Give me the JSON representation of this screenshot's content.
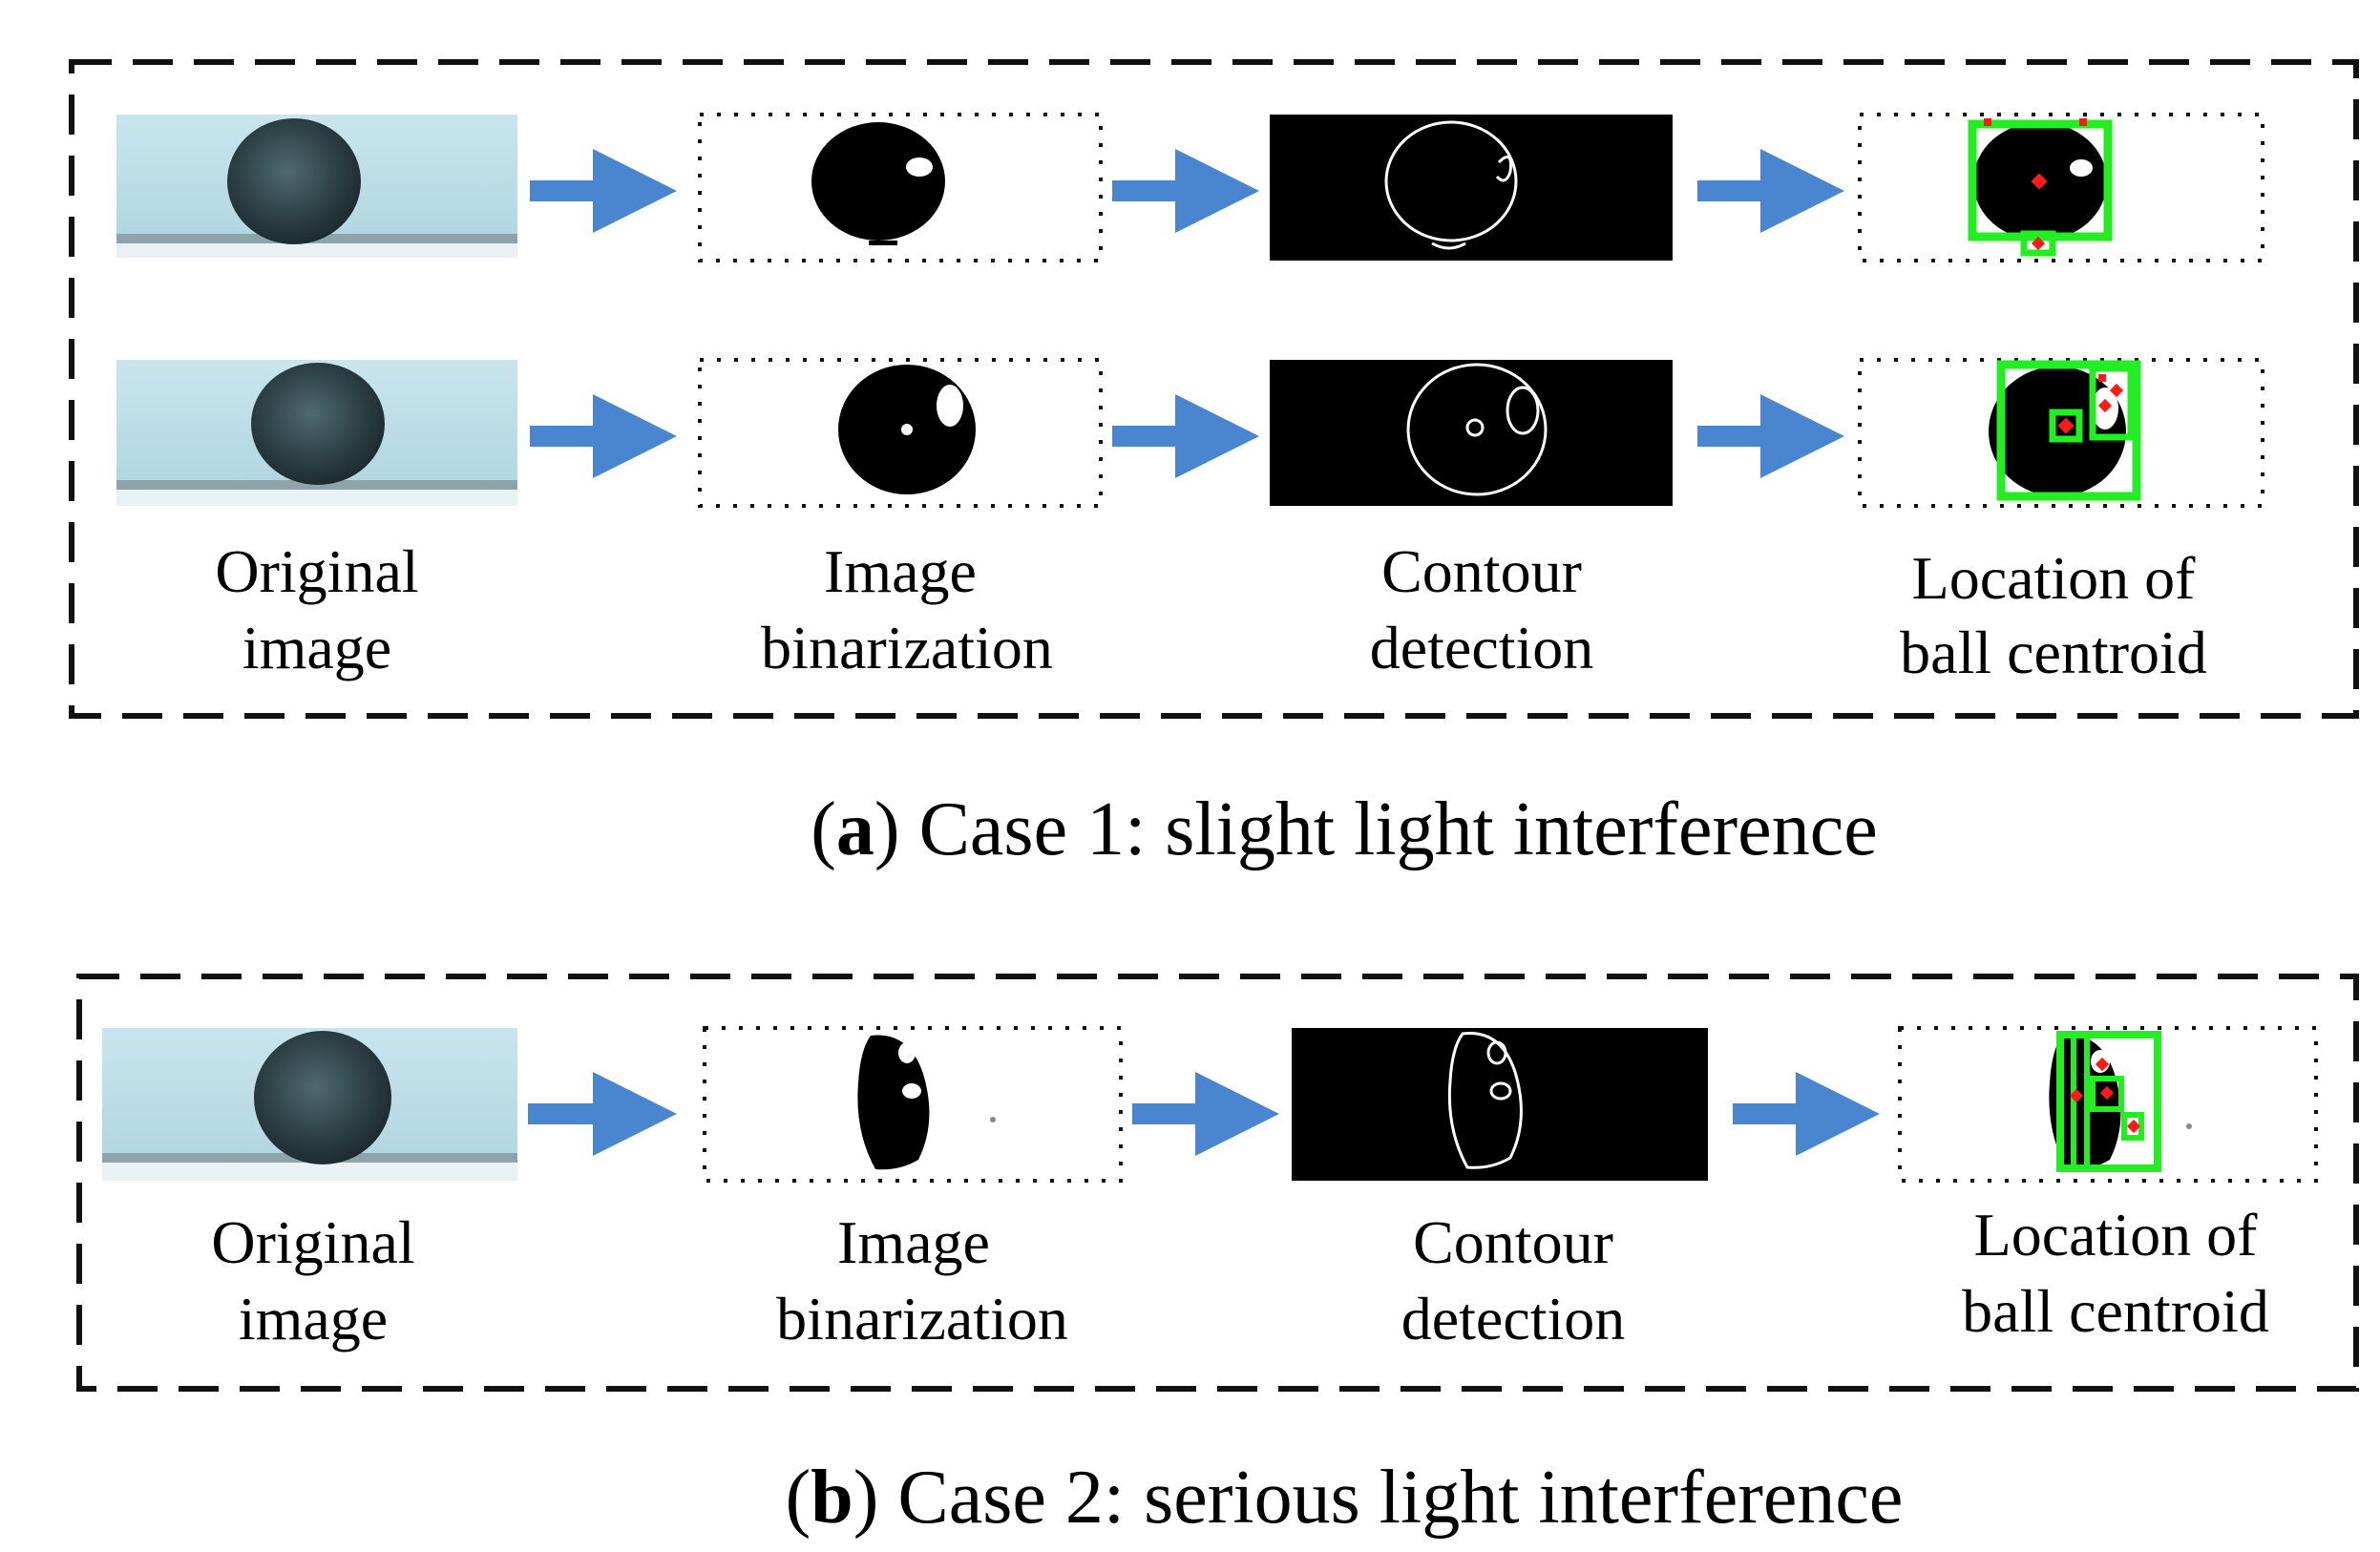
{
  "panel_a": {
    "labels": {
      "original": [
        "Original",
        "image"
      ],
      "binarization": [
        "Image",
        "binarization"
      ],
      "contour": [
        "Contour",
        "detection"
      ],
      "location": [
        "Location of",
        "ball centroid"
      ]
    },
    "caption": {
      "open": "(",
      "letter": "a",
      "text": ") Case 1: slight light interference"
    }
  },
  "panel_b": {
    "labels": {
      "original": [
        "Original",
        "image"
      ],
      "binarization": [
        "Image",
        "binarization"
      ],
      "contour": [
        "Contour",
        "detection"
      ],
      "location": [
        "Location of",
        "ball centroid"
      ]
    },
    "caption": {
      "open": "(",
      "letter": "b",
      "text": ") Case 2: serious light interference"
    }
  },
  "colors": {
    "arrow": "#4a86cf",
    "detection_box": "#22ee22",
    "centroid_marker": "#ff1a1a",
    "photo_background": "#b9dbe6",
    "ball": "#2b3b40"
  }
}
